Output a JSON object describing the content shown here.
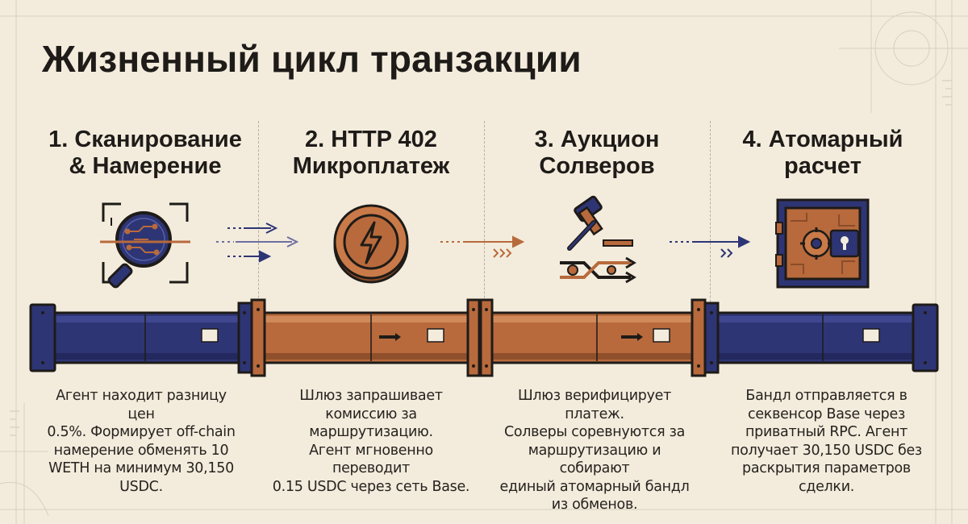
{
  "header": {
    "title": "Жизненный цикл транзакции"
  },
  "colors": {
    "background": "#f3ecdd",
    "navy": "#2e3575",
    "copper": "#b86a3c",
    "ink": "#1e1b18"
  },
  "steps": [
    {
      "title_line1": "1. Сканирование",
      "title_line2": "& Намерение",
      "icon": "magnifier-circuit-icon",
      "desc_lines": [
        "Агент находит разницу цен",
        "0.5%. Формирует off-chain",
        "намерение обменять 10",
        "WETH на минимум 30,150",
        "USDC."
      ]
    },
    {
      "title_line1": "2. HTTP 402",
      "title_line2": "Микроплатеж",
      "icon": "lightning-coin-icon",
      "desc_lines": [
        "Шлюз запрашивает",
        "комиссию за маршрутизацию.",
        "Агент мгновенно переводит",
        "0.15 USDC через сеть Base."
      ]
    },
    {
      "title_line1": "3. Аукцион",
      "title_line2": "Солверов",
      "icon": "gavel-routes-icon",
      "desc_lines": [
        "Шлюз верифицирует платеж.",
        "Солверы соревнуются за",
        "маршрутизацию и собирают",
        "единый атомарный бандл",
        "из обменов."
      ]
    },
    {
      "title_line1": "4. Атомарный",
      "title_line2": "расчет",
      "icon": "vault-lock-icon",
      "desc_lines": [
        "Бандл отправляется в",
        "секвенсор Base через",
        "приватный RPC. Агент",
        "получает 30,150 USDC без",
        "раскрытия параметров",
        "сделки."
      ]
    }
  ]
}
